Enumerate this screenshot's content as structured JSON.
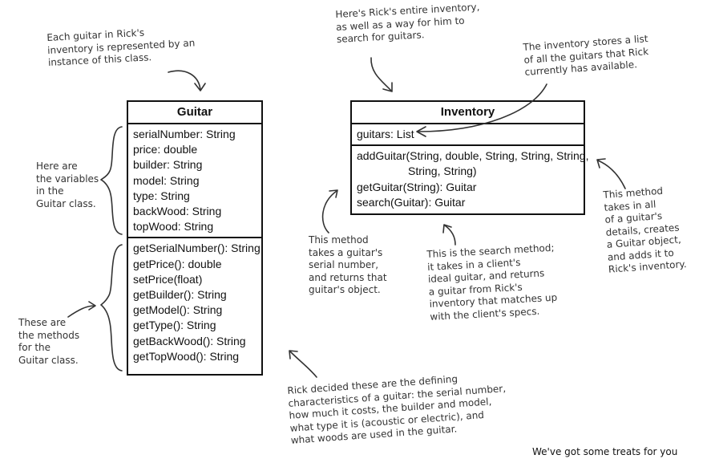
{
  "classes": {
    "guitar": {
      "name": "Guitar",
      "attributes": [
        "serialNumber: String",
        "price: double",
        "builder: String",
        "model: String",
        "type: String",
        "backWood: String",
        "topWood: String"
      ],
      "methods": [
        "getSerialNumber(): String",
        "getPrice(): double",
        "setPrice(float)",
        "getBuilder(): String",
        "getModel(): String",
        "getType(): String",
        "getBackWood(): String",
        "getTopWood(): String"
      ]
    },
    "inventory": {
      "name": "Inventory",
      "attributes": [
        "guitars: List"
      ],
      "methods": [
        "addGuitar(String, double, String, String, String,",
        "String, String)",
        "getGuitar(String): Guitar",
        "search(Guitar): Guitar"
      ]
    }
  },
  "annotations": {
    "guitar_instance": [
      "Each guitar in Rick's",
      "inventory is represented by an",
      "instance of this class."
    ],
    "inventory_intro": [
      "Here's Rick's entire inventory,",
      "as well as a way for him to",
      "search for guitars."
    ],
    "inventory_list": [
      "The inventory stores a list",
      "of all the guitars that Rick",
      "currently has available."
    ],
    "variables": [
      "Here are",
      "the variables",
      "in the",
      "Guitar class."
    ],
    "methods": [
      "These are",
      "the methods",
      "for the",
      "Guitar class."
    ],
    "get_guitar": [
      "This method",
      "takes a guitar's",
      "serial number,",
      "and returns that",
      "guitar's object."
    ],
    "search_method": [
      "This is the search method;",
      "it takes in a client's",
      "ideal guitar, and returns",
      "a guitar from Rick's",
      "inventory that matches up",
      "with the client's specs."
    ],
    "add_guitar": [
      "This method",
      "takes in all",
      "of a guitar's",
      "details, creates",
      "a Guitar object,",
      "and adds it to",
      "Rick's inventory."
    ],
    "characteristics": [
      "Rick decided these are the defining",
      "characteristics of a guitar: the serial number,",
      "how much it costs, the builder and model,",
      "what type it is (acoustic or electric), and",
      "what woods are used in the guitar."
    ],
    "treats": "We've got some treats for you"
  }
}
